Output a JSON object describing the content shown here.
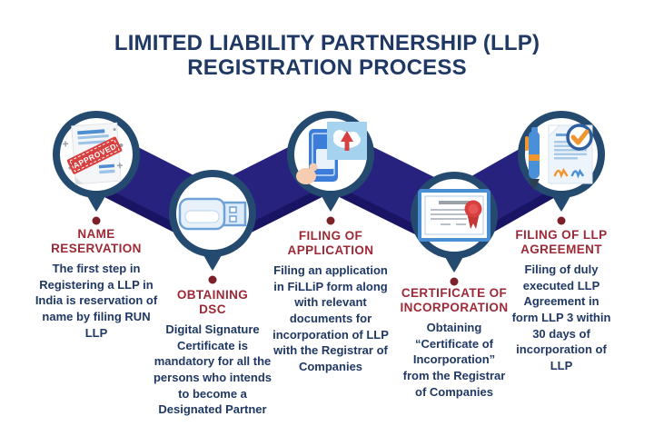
{
  "title": "LIMITED LIABILITY PARTNERSHIP (LLP)\nREGISTRATION PROCESS",
  "colors": {
    "title_text": "#1f3864",
    "step_heading": "#9e2936",
    "step_body": "#1f3864",
    "ribbon": "#26227d",
    "ribbon_shadow": "#191463",
    "circle_border": "#254a70",
    "marker_dot": "#7c2129",
    "stamp_red": "#d84040",
    "icon_blue": "#4a90d9",
    "icon_light_blue": "#a5d2ef",
    "icon_orange": "#f0962e"
  },
  "steps": [
    {
      "title": "NAME\nRESERVATION",
      "description": "The first step in\nRegistering a LLP in\nIndia is reservation of\nname by filing RUN\nLLP",
      "icon": "approved-document-icon",
      "stamp": "APPROVED"
    },
    {
      "title": "OBTAINING\nDSC",
      "description": "Digital Signature\nCertificate is\nmandatory for all the\npersons who intends\nto become a\nDesignated Partner",
      "icon": "usb-dsc-icon"
    },
    {
      "title": "FILING OF\nAPPLICATION",
      "description": "Filing an application\nin FiLLiP form along\nwith relevant\ndocuments for\nincorporation of LLP\nwith the Registrar of\nCompanies",
      "icon": "phone-cloud-upload-icon"
    },
    {
      "title": "CERTIFICATE OF\nINCORPORATION",
      "description": "Obtaining\n“Certificate of\nIncorporation”\nfrom the Registrar\nof Companies",
      "icon": "certificate-ribbon-icon"
    },
    {
      "title": "FILING OF LLP\nAGREEMENT",
      "description": "Filing of duly\nexecuted LLP\nAgreement in\nform LLP 3 within\n30 days of\nincorporation of\nLLP",
      "icon": "agreement-pen-check-icon"
    }
  ]
}
